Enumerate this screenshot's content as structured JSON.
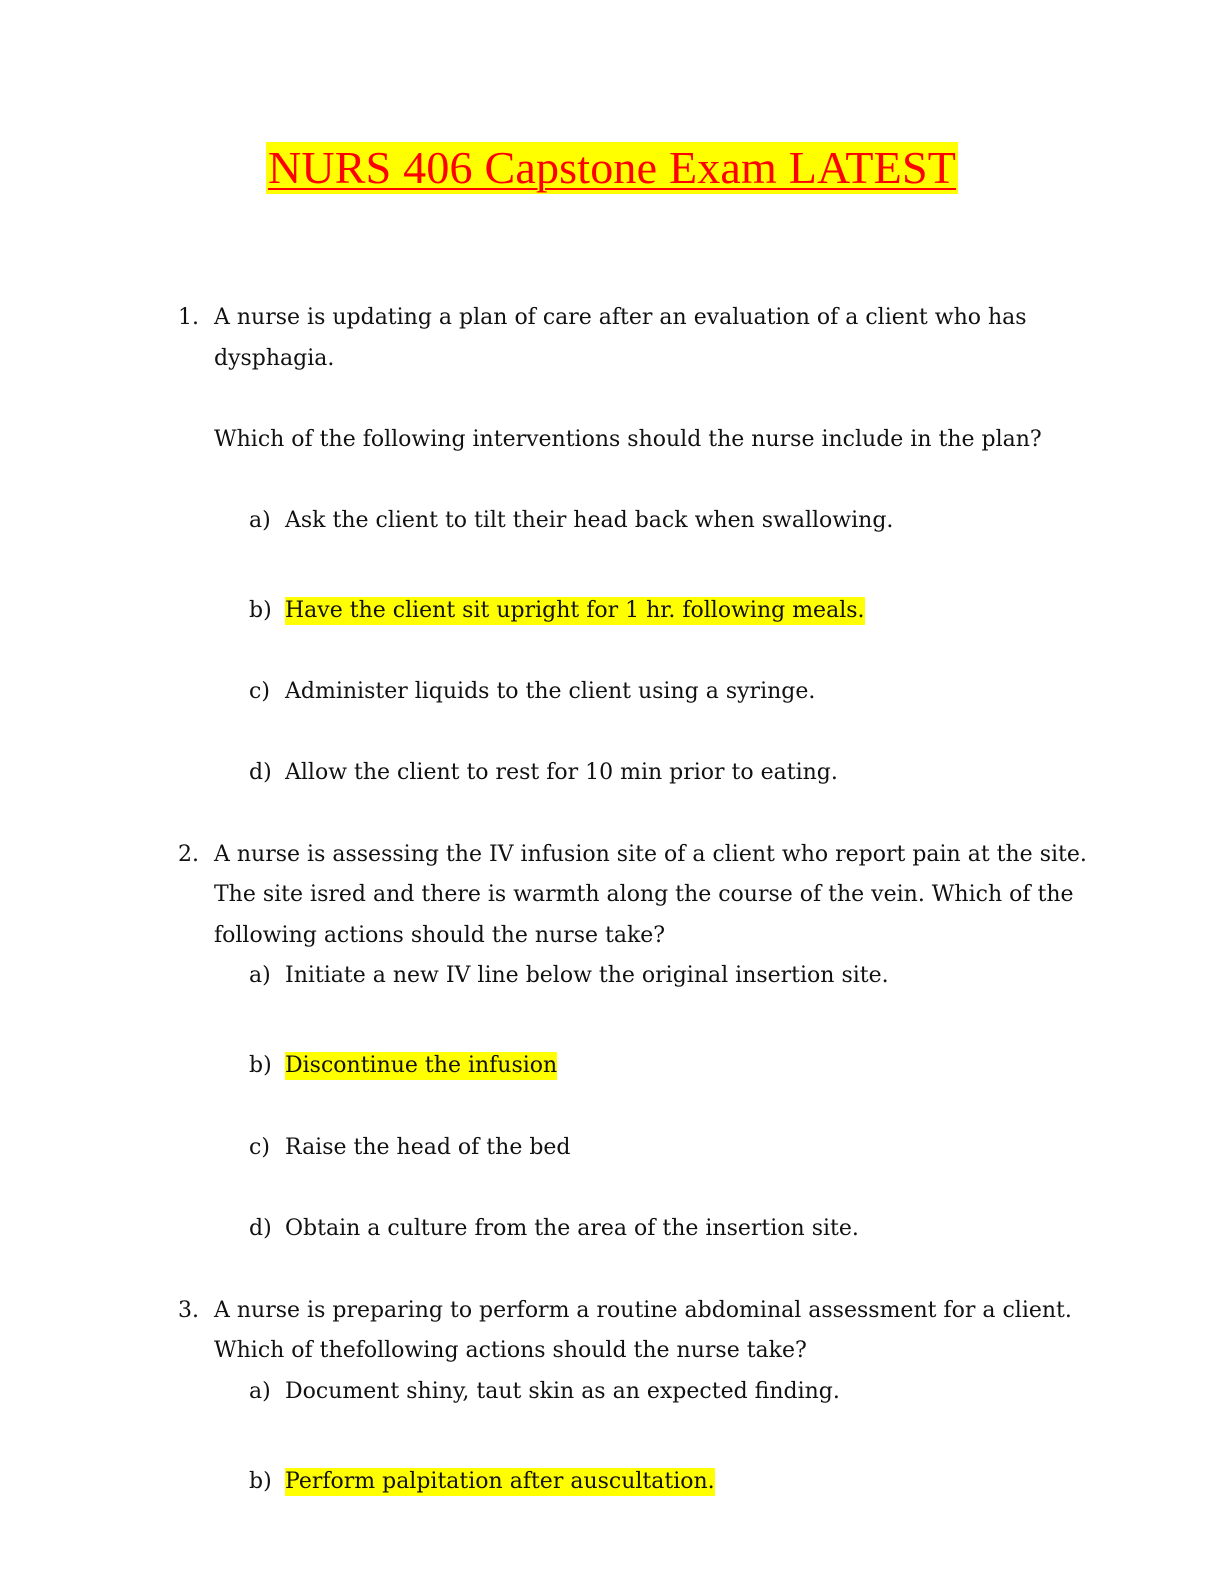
{
  "title": "NURS 406 Capstone Exam LATEST",
  "colors": {
    "title_text": "#ff0000",
    "highlight": "#ffff00"
  },
  "questions": [
    {
      "number": "1.",
      "stem_lines": [
        "A nurse is updating a plan of care after an evaluation of a client who has",
        "dysphagia."
      ],
      "prompt": "Which of the following interventions should the nurse include in the plan?",
      "options": [
        {
          "label": "a)",
          "text": "Ask the client to tilt their head back when swallowing.",
          "highlighted": false
        },
        {
          "label": "b)",
          "text": "Have the client sit upright for 1 hr. following meals.",
          "highlighted": true
        },
        {
          "label": "c)",
          "text": "Administer liquids to the client using a syringe.",
          "highlighted": false
        },
        {
          "label": "d)",
          "text": "Allow the client to rest for 10 min prior to eating.",
          "highlighted": false
        }
      ]
    },
    {
      "number": "2.",
      "stem_lines": [
        "A nurse is assessing the IV infusion site of a client who report pain at the site.",
        "The site isred and there is warmth along the course of the vein. Which of the",
        "following actions should the nurse take?"
      ],
      "options": [
        {
          "label": "a)",
          "text": "Initiate a new IV line below the original insertion site.",
          "highlighted": false
        },
        {
          "label": "b)",
          "text": "Discontinue the infusion",
          "highlighted": true
        },
        {
          "label": "c)",
          "text": "Raise the head of the bed",
          "highlighted": false
        },
        {
          "label": "d)",
          "text": "Obtain a culture from the area of the insertion site.",
          "highlighted": false
        }
      ]
    },
    {
      "number": "3.",
      "stem_lines": [
        "A nurse is preparing to perform a routine abdominal assessment for a client.",
        "Which of thefollowing actions should the nurse take?"
      ],
      "options": [
        {
          "label": "a)",
          "text": "Document shiny, taut skin as an expected finding.",
          "highlighted": false
        },
        {
          "label": "b)",
          "text": "Perform palpitation after auscultation.",
          "highlighted": true
        }
      ]
    }
  ]
}
